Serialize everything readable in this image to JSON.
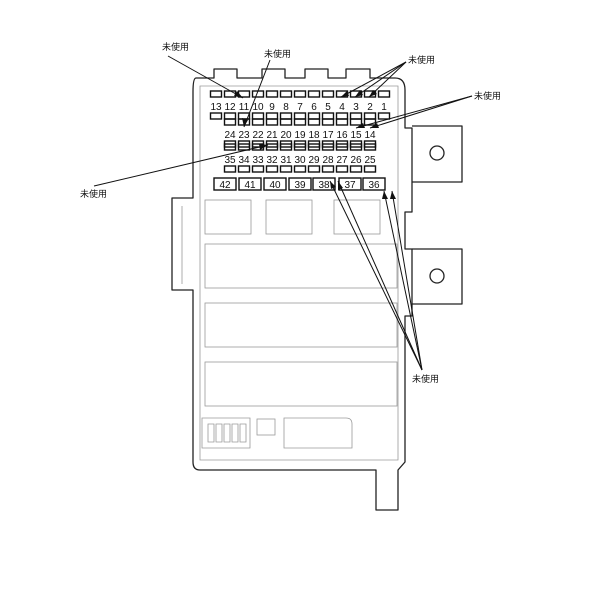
{
  "fuses": {
    "row1": [
      "13",
      "12",
      "11",
      "10",
      "9",
      "8",
      "7",
      "6",
      "5",
      "4",
      "3",
      "2",
      "1"
    ],
    "row2": [
      "24",
      "23",
      "22",
      "21",
      "20",
      "19",
      "18",
      "17",
      "16",
      "15",
      "14"
    ],
    "row3": [
      "35",
      "34",
      "33",
      "32",
      "31",
      "30",
      "29",
      "28",
      "27",
      "26",
      "25"
    ],
    "row4": [
      "42",
      "41",
      "40",
      "39",
      "38",
      "37",
      "36"
    ]
  },
  "callouts": {
    "unused_1": "未使用",
    "unused_2": "未使用",
    "unused_3": "未使用",
    "unused_4": "未使用",
    "unused_5": "未使用",
    "unused_6": "未使用"
  },
  "colors": {
    "line": "#111111",
    "ghost": "#9a9a9a"
  }
}
